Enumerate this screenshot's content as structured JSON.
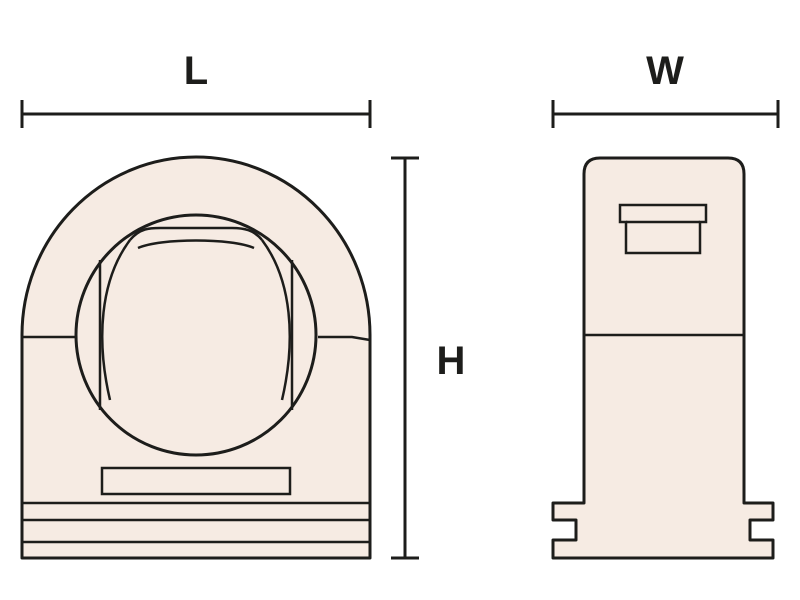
{
  "dimensions": {
    "length_label": "L",
    "width_label": "W",
    "height_label": "H"
  },
  "colors": {
    "line": "#1d1d1b",
    "part_fill": "#f6ebe3",
    "background": "#ffffff"
  }
}
